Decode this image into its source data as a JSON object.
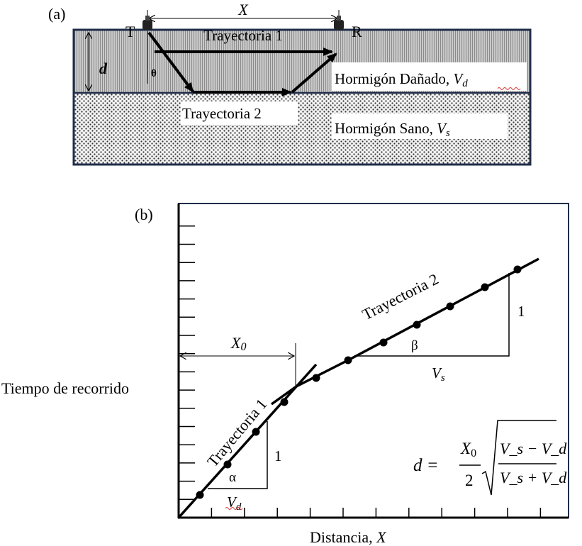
{
  "panel_a": {
    "label": "(a)",
    "distance_label": "X",
    "transmitter": "T",
    "receiver": "R",
    "path1": "Trayectoria 1",
    "path2": "Trayectoria 2",
    "depth_label": "d",
    "angle_label": "θ",
    "damaged_layer": "Hormigón Dañado, ",
    "damaged_velocity": "V",
    "damaged_velocity_sub": "d",
    "sound_layer": "Hormigón Sano, ",
    "sound_velocity": "V",
    "sound_velocity_sub": "s",
    "border_color": "#1f2d4a"
  },
  "panel_b": {
    "label": "(b)",
    "ylabel": "Tiempo de recorrido",
    "xlabel": "Distancia, ",
    "xlabel_var": "X",
    "path1": "Trayectoria 1",
    "path2": "Trayectoria 2",
    "crossover_label": "X",
    "crossover_sub": "0",
    "slope1_rise": "1",
    "slope1_angle": "α",
    "slope1_run": "V",
    "slope1_run_sub": "d",
    "slope2_rise": "1",
    "slope2_angle": "β",
    "slope2_run": "V",
    "slope2_run_sub": "s",
    "formula": {
      "lhs": "d =",
      "num": "X",
      "num_sub": "0",
      "den": "2",
      "root_num": "V_s − V_d",
      "root_den": "V_s + V_d"
    }
  }
}
